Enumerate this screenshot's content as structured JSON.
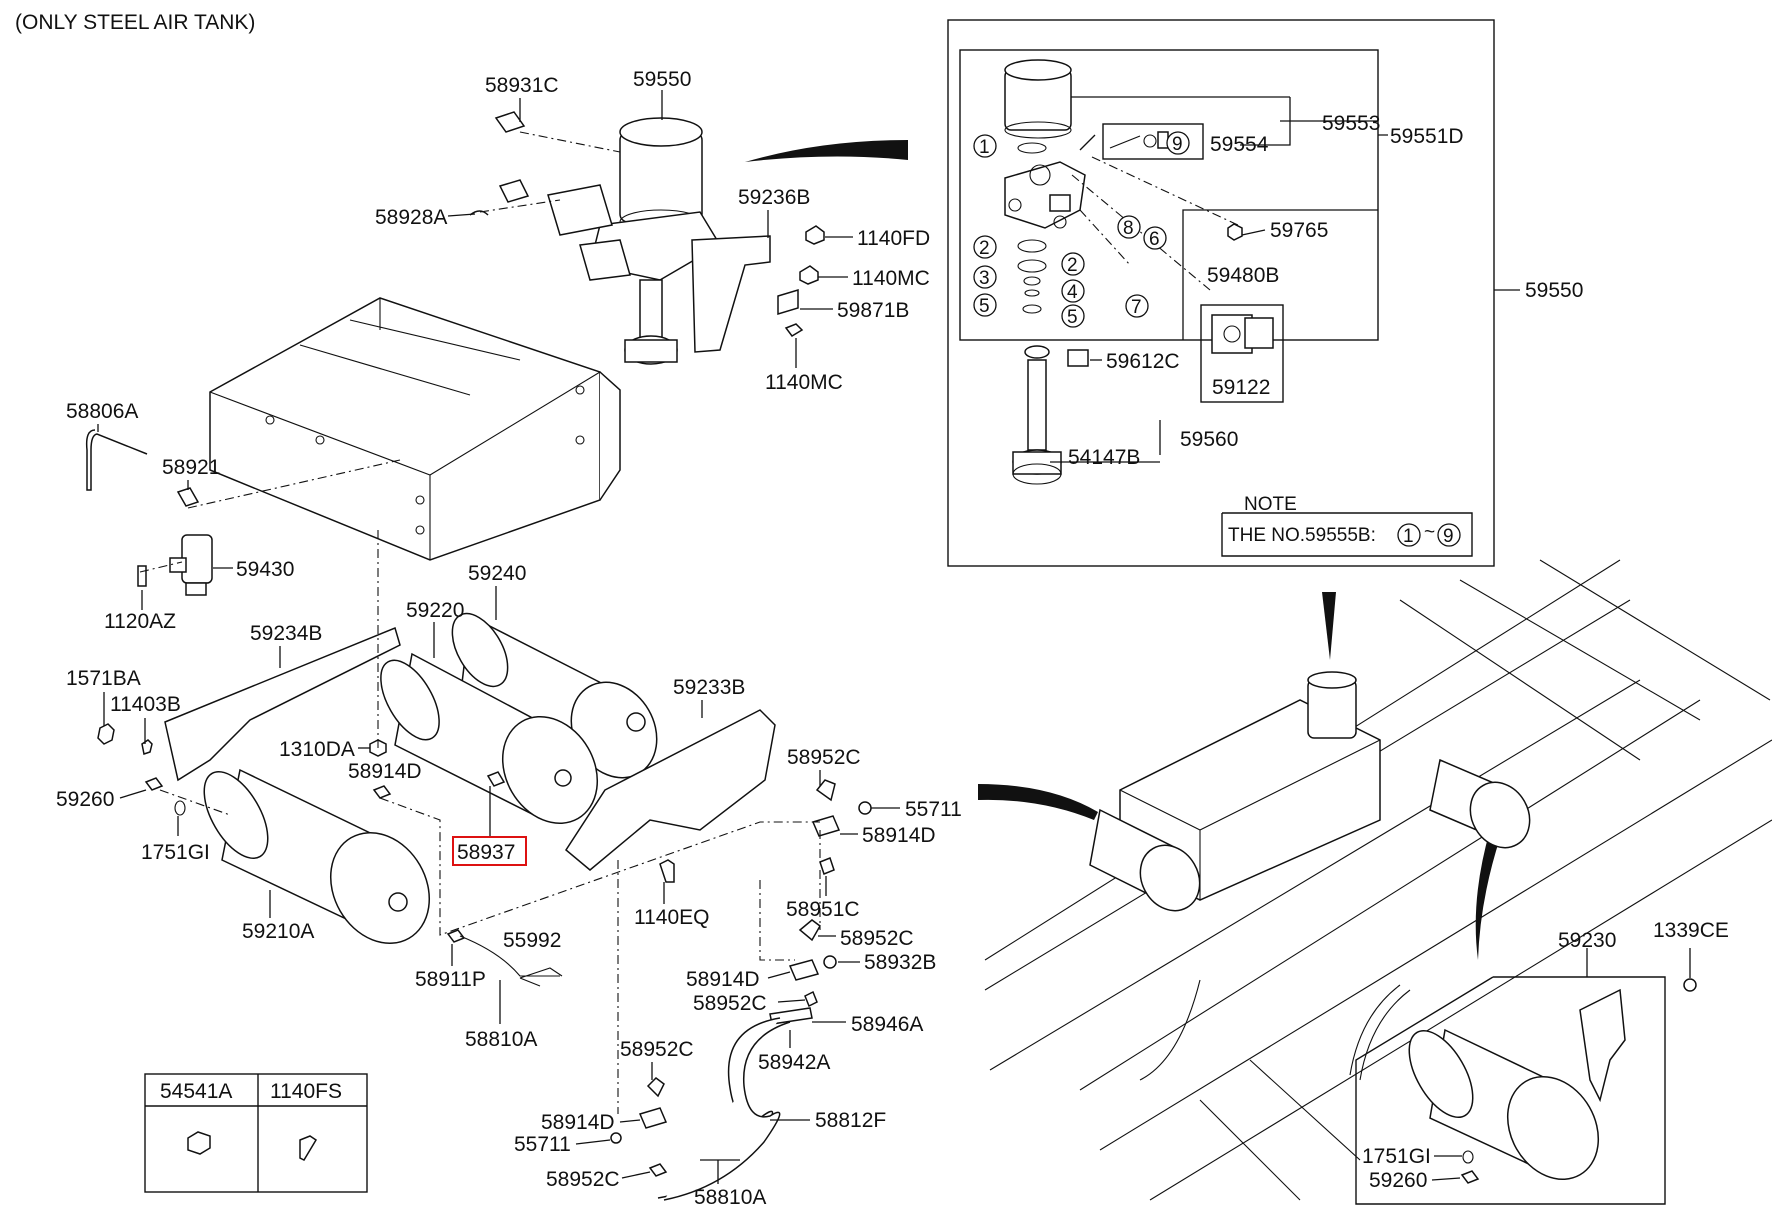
{
  "header": {
    "caption": "(ONLY STEEL AIR TANK)"
  },
  "labels": {
    "p58931C": "58931C",
    "p59550_top": "59550",
    "p58928A": "58928A",
    "p59236B": "59236B",
    "p1140FD": "1140FD",
    "p1140MC_a": "1140MC",
    "p59871B": "59871B",
    "p1140MC_b": "1140MC",
    "p58806A": "58806A",
    "p58921": "58921",
    "p59430": "59430",
    "p1120AZ": "1120AZ",
    "p59240": "59240",
    "p59220": "59220",
    "p59234B": "59234B",
    "p1571BA": "1571BA",
    "p11403B": "11403B",
    "p1310DA": "1310DA",
    "p58914D_a": "58914D",
    "p59233B": "59233B",
    "p59260_a": "59260",
    "p1751GI_a": "1751GI",
    "p58937": "58937",
    "p58952C_a": "58952C",
    "p55711_a": "55711",
    "p58914D_b": "58914D",
    "p59210A": "59210A",
    "p1140EQ": "1140EQ",
    "p58951C": "58951C",
    "p55992": "55992",
    "p58952C_b": "58952C",
    "p58911P": "58911P",
    "p58914D_c": "58914D",
    "p58932B": "58932B",
    "p58952C_c": "58952C",
    "p58810A_a": "58810A",
    "p58946A": "58946A",
    "p58942A": "58942A",
    "p58952C_d": "58952C",
    "p58914D_d": "58914D",
    "p58812F": "58812F",
    "p55711_b": "55711",
    "p58952C_e": "58952C",
    "p58810A_b": "58810A",
    "p59553": "59553",
    "p59551D": "59551D",
    "p59554": "59554",
    "p59765": "59765",
    "p59550_side": "59550",
    "p59480B": "59480B",
    "p59612C": "59612C",
    "p59122": "59122",
    "p59560": "59560",
    "p54147B": "54147B",
    "p59230": "59230",
    "p1339CE": "1339CE",
    "p1751GI_b": "1751GI",
    "p59260_b": "59260",
    "tbl_54541A": "54541A",
    "tbl_1140FS": "1140FS"
  },
  "callouts": {
    "c1": "1",
    "c2a": "2",
    "c2b": "2",
    "c3": "3",
    "c4": "4",
    "c5a": "5",
    "c5b": "5",
    "c6": "6",
    "c7": "7",
    "c8": "8",
    "c9a": "9",
    "n1": "1",
    "n9": "9"
  },
  "note": {
    "title": "NOTE",
    "text": "THE NO.59555B:",
    "tilde": "~"
  },
  "highlight": {
    "part": "58937",
    "color": "#dd1111"
  }
}
